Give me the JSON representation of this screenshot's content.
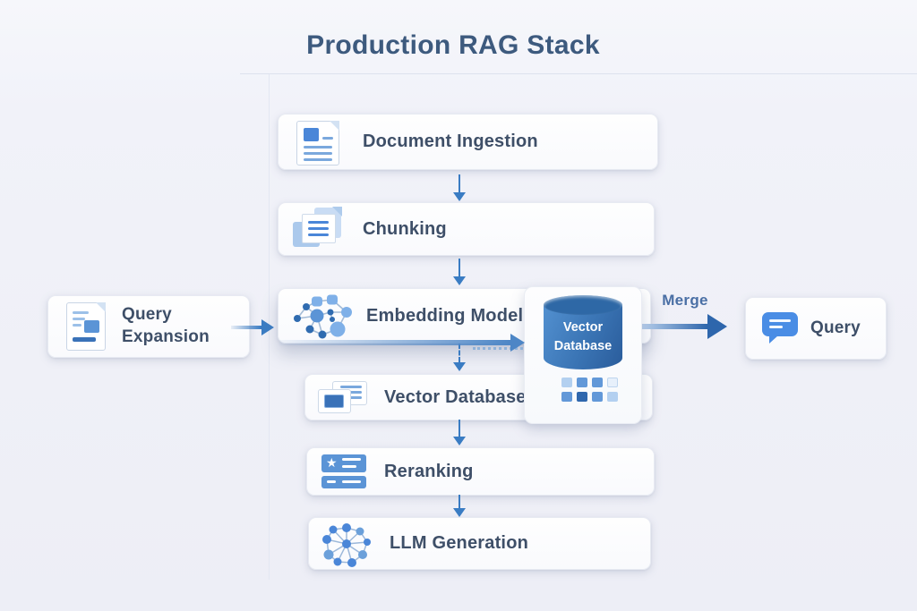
{
  "title": "Production RAG Stack",
  "pipeline": {
    "document_ingestion": "Document Ingestion",
    "chunking": "Chunking",
    "embedding_model": "Embedding Model",
    "vector_database": "Vector Database",
    "reranking": "Reranking",
    "llm_generation": "LLM Generation"
  },
  "side": {
    "query_expansion": "Query Expansion",
    "query": "Query",
    "merge_label": "Merge",
    "cylinder_label": "Vector Database"
  },
  "icons": {
    "document-icon": "white page with blue square and text lines",
    "chunking-icon": "stacked sheets with lined card",
    "embedding-network-icon": "graph of connected blue nodes",
    "database-cylinder-icon": "blue database cylinder",
    "grid-dots-icon": "grid of small blue squares",
    "vector-db-cards-icon": "overlapping cards, one with filled blue block",
    "reranking-list-icon": "blue ranked list bars with star",
    "llm-network-icon": "radial network of blue nodes",
    "query-expansion-doc-icon": "page with lines and blue block",
    "chat-bubble-icon": "blue speech bubble with white lines"
  },
  "colors": {
    "accent": "#3a7cc3",
    "title-color": "#3d5a7e",
    "label-color": "#3e4f68",
    "merge-color": "#4a6fa5",
    "box-border": "#e7eaf2",
    "icon-blue": "#4a86d8",
    "bar-blue": "#5b94d6",
    "bubble-blue": "#4a8de5",
    "cylinder-dark": "#2a5c9b",
    "cylinder-light": "#5290d0"
  }
}
